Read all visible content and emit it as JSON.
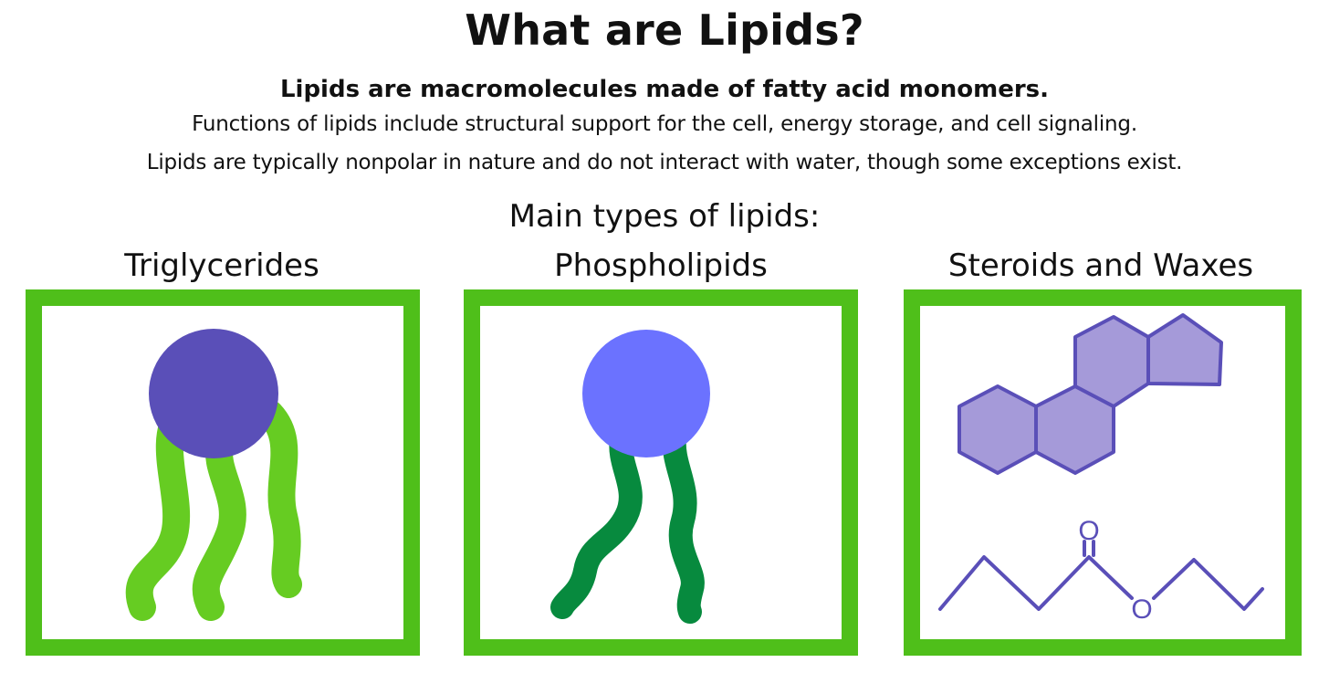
{
  "title": "What are Lipids?",
  "intro": {
    "line1": "Lipids are macromolecules made of fatty acid monomers.",
    "line2": "Functions of lipids include structural support for the cell, energy storage, and cell signaling.",
    "line3": "Lipids are typically nonpolar in nature and do not interact with water, though some exceptions exist."
  },
  "subheading": "Main types of lipids:",
  "cards": [
    {
      "label": "Triglycerides",
      "head_color": "#5a4fb8",
      "tail_color": "#66cc22"
    },
    {
      "label": "Phospholipids",
      "head_color": "#6b72ff",
      "tail_color": "#078a3e"
    },
    {
      "label": "Steroids and Waxes",
      "ring_fill": "#a59ad9",
      "stroke_color": "#5a4fb8",
      "oxygen_label": "O"
    }
  ],
  "colors": {
    "frame": "#4fbf1a",
    "text": "#111111"
  }
}
